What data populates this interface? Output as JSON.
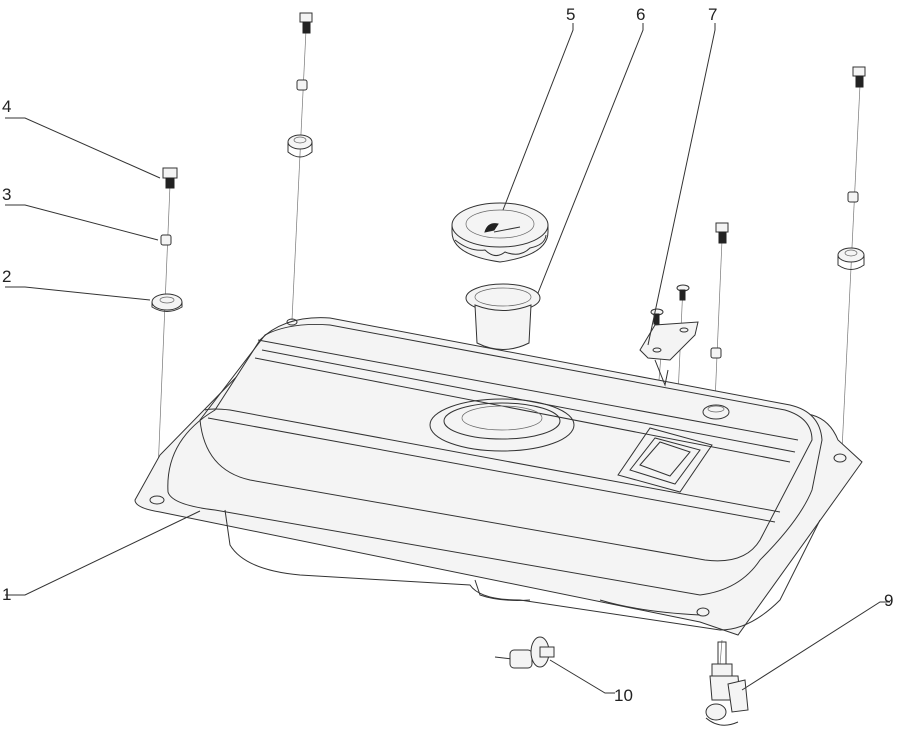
{
  "diagram": {
    "callouts": [
      {
        "id": "1",
        "label": "1"
      },
      {
        "id": "2",
        "label": "2"
      },
      {
        "id": "3",
        "label": "3"
      },
      {
        "id": "4",
        "label": "4"
      },
      {
        "id": "5",
        "label": "5"
      },
      {
        "id": "6",
        "label": "6"
      },
      {
        "id": "7",
        "label": "7"
      },
      {
        "id": "9",
        "label": "9"
      },
      {
        "id": "10",
        "label": "10"
      }
    ]
  }
}
